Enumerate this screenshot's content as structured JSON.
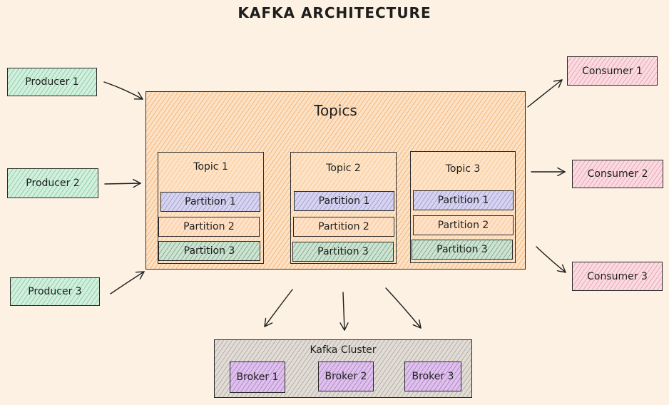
{
  "title": "KAFKA ARCHITECTURE",
  "producers": [
    "Producer 1",
    "Producer 2",
    "Producer 3"
  ],
  "consumers": [
    "Consumer 1",
    "Consumer 2",
    "Consumer 3"
  ],
  "topics_container": "Topics",
  "topics": [
    {
      "name": "Topic 1",
      "partitions": [
        "Partition 1",
        "Partition 2",
        "Partition 3"
      ]
    },
    {
      "name": "Topic 2",
      "partitions": [
        "Partition 1",
        "Partition 2",
        "Partition 3"
      ]
    },
    {
      "name": "Topic 3",
      "partitions": [
        "Partition 1",
        "Partition 2",
        "Partition 3"
      ]
    }
  ],
  "cluster": {
    "name": "Kafka Cluster",
    "brokers": [
      "Broker 1",
      "Broker 2",
      "Broker 3"
    ]
  },
  "colors": {
    "producer": "#d3efdd",
    "consumer": "#f9dbe1",
    "topics": "#fbe1c6",
    "partition_1": "#d6d4ee",
    "partition_2": "#fde2c9",
    "partition_3": "#cfe3d3",
    "cluster": "#e1dcd6",
    "broker": "#ddc2ea"
  }
}
